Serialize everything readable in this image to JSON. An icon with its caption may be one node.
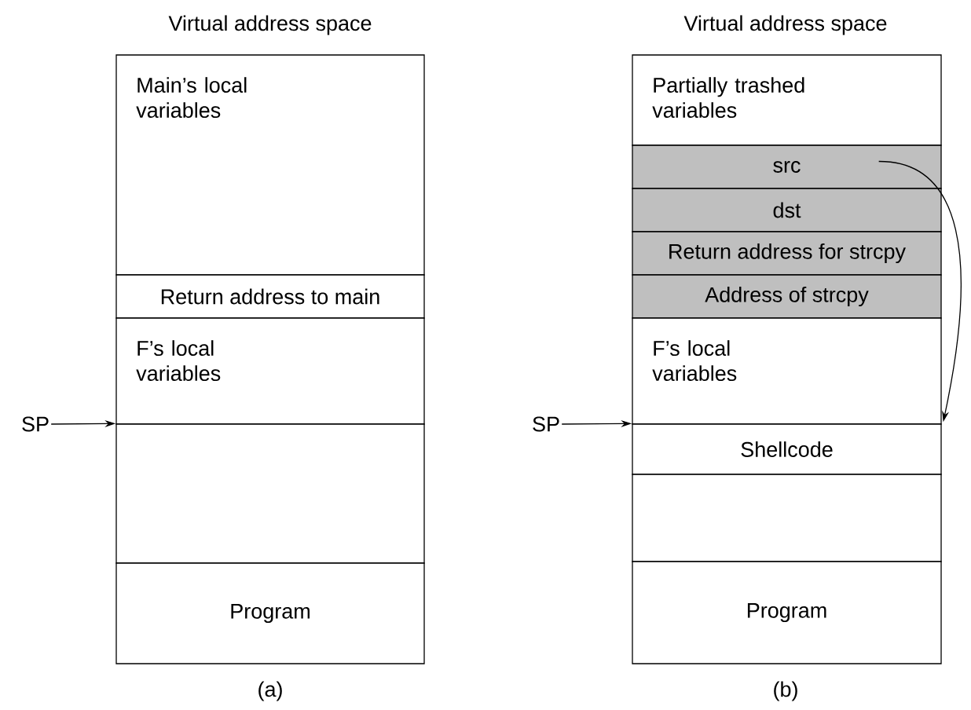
{
  "diagram": {
    "nodes": [
      {
        "text": [
          "Main’s local variables"
        ]
      },
      {
        "text": [
          "Return address to main"
        ]
      },
      {
        "text": [
          "F’s local variables"
        ]
      },
      {
        "text": [
          "SP"
        ]
      },
      {
        "text": [],
        "shape": "box"
      },
      {
        "text": [
          "Program"
        ]
      },
      {
        "text": [
          "Partially trashed variables"
        ]
      },
      {
        "text": [
          "src"
        ]
      },
      {
        "text": [
          "dst"
        ]
      },
      {
        "text": [
          "Return address for strcpy"
        ]
      },
      {
        "text": [
          "Address of strcpy"
        ]
      },
      {
        "text": [
          "F’s local variables"
        ]
      },
      {
        "text": [
          "SP"
        ]
      },
      {
        "text": [
          "Shellcode"
        ]
      },
      {
        "text": [],
        "shape": "box"
      },
      {
        "text": [
          "Program"
        ]
      }
    ],
    "edges": [
      {
        "from": 3,
        "to": 4,
        "arrow": "to"
      },
      {
        "from": 12,
        "to": 13,
        "arrow": "to"
      },
      {
        "from": 7,
        "to": 13,
        "arrow": "to"
      }
    ],
    "labels": [
      "Virtual address space",
      "Virtual address space",
      "(a)",
      "(b)"
    ]
  }
}
